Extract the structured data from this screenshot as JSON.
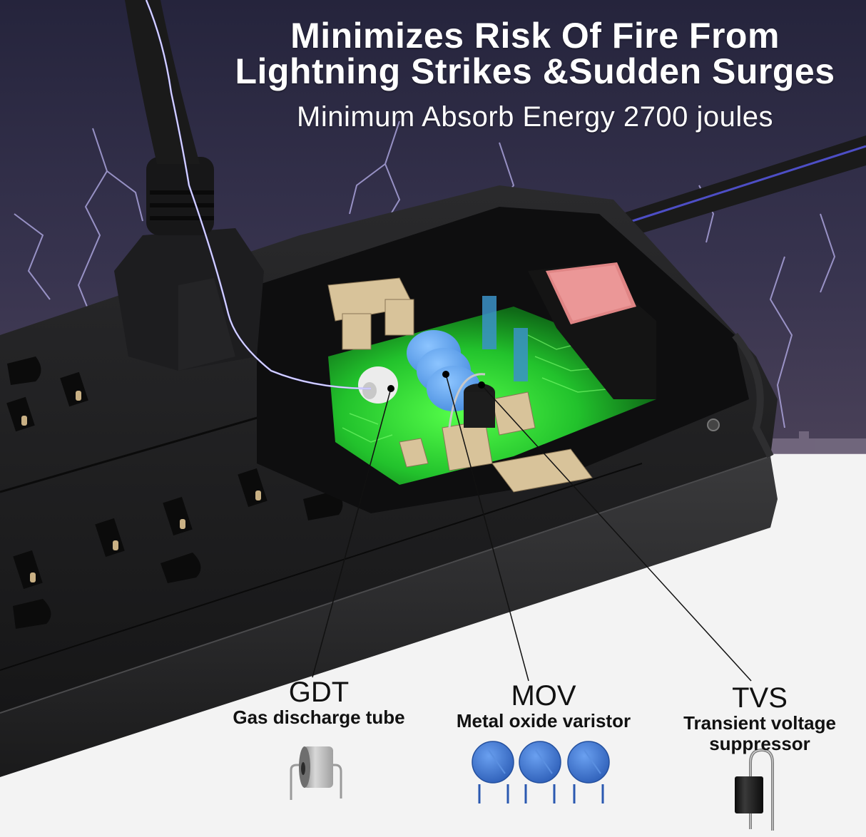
{
  "headline": {
    "title_line_1": "Minimizes Risk Of Fire From",
    "title_line_2": "Lightning Strikes &Sudden Surges",
    "subtitle": "Minimum Absorb Energy 2700 joules"
  },
  "components": [
    {
      "abbr": "GDT",
      "name": "Gas discharge tube",
      "icon": "gas-discharge-tube-icon"
    },
    {
      "abbr": "MOV",
      "name": "Metal oxide varistor",
      "icon": "varistor-icon"
    },
    {
      "abbr": "TVS",
      "name_line_1": "Transient voltage",
      "name_line_2": "suppressor",
      "icon": "tvs-diode-icon"
    }
  ],
  "colors": {
    "sky": "#2c2a45",
    "product_black": "#1c1c1e",
    "pcb_green": "#2fd13a",
    "varistor_blue": "#3b74d0",
    "switch_red": "#e07a7a",
    "brass": "#d8c39a",
    "background_light": "#f3f3f3",
    "lightning": "#9c95e6"
  }
}
